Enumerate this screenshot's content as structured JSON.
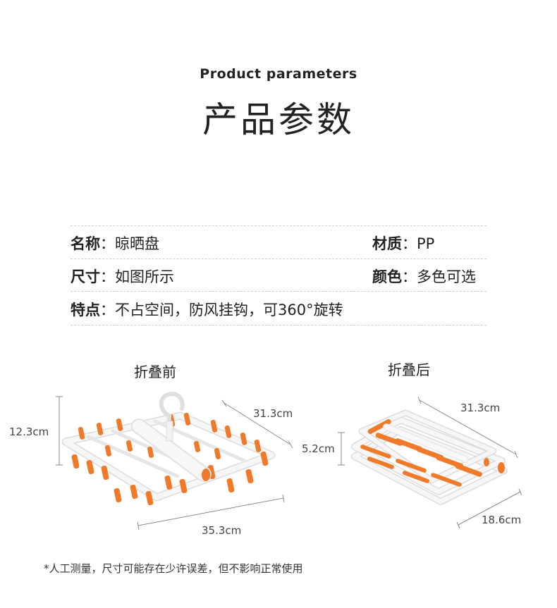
{
  "header": {
    "subtitle_en": "Product parameters",
    "title_cn": "产品参数"
  },
  "specs": {
    "name": {
      "key": "名称",
      "sep": "：",
      "value": "晾晒盘"
    },
    "material": {
      "key": "材质",
      "sep": "：",
      "value": "PP"
    },
    "size": {
      "key": "尺寸",
      "sep": "：",
      "value": "如图所示"
    },
    "color": {
      "key": "颜色",
      "sep": "：",
      "value": "多色可选"
    },
    "feature": {
      "key": "特点",
      "sep": "：",
      "value": "不占空间，防风挂钩，可360°旋转"
    }
  },
  "before": {
    "caption": "折叠前",
    "height": "12.3cm",
    "depth": "31.3cm",
    "width": "35.3cm"
  },
  "after": {
    "caption": "折叠后",
    "width": "31.3cm",
    "height": "5.2cm",
    "depth": "18.6cm"
  },
  "note": "*人工测量，尺寸可能存在少许误差，但不影响正常使用",
  "colors": {
    "accent": "#f07a2a",
    "frame": "#f4f4f4",
    "frame_edge": "#dcdcdc",
    "line": "#8a8a8a"
  }
}
